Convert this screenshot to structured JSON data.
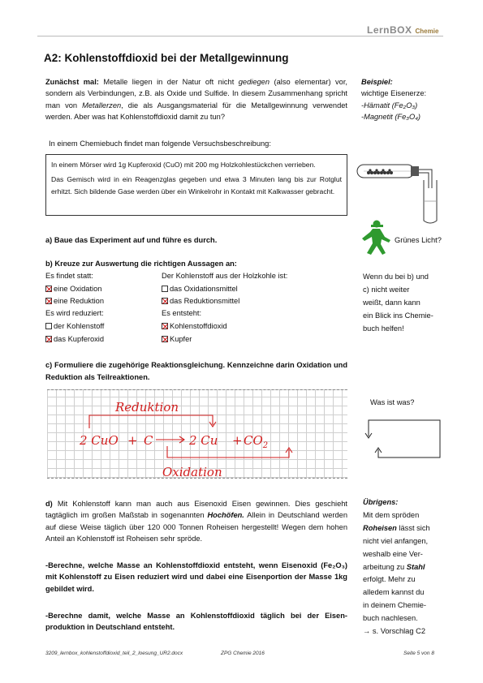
{
  "logo": {
    "main": "LernBOX",
    "sub": "Chemie"
  },
  "title": "A2: Kohlenstoffdioxid bei der Metallgewinnung",
  "intro": {
    "lead": "Zunächst mal:",
    "t1": " Metalle liegen in der Natur oft nicht ",
    "gediegen": "gediegen",
    "t2": " (also elementar) vor, sondern als Verbindungen, z.B. als Oxide und Sulfide. In diesem Zusammenhang spricht man von ",
    "metallerzen": "Metallerzen",
    "t3": ", die als Ausgangsmaterial für die Metallgewinnung verwendet werden. Aber was hat Kohlenstoffdioxid damit zu tun?"
  },
  "beispiel": {
    "heading": "Beispiel:",
    "line1": "wichtige Eisenerze:",
    "hematit": "-Hämatit (Fe₂O₃)",
    "magnetit": "-Magnetit (Fe₃O₄)"
  },
  "chemiebuch_line": "In einem Chemiebuch findet man folgende  Versuchsbeschreibung:",
  "description": {
    "p1": "In einem Mörser wird 1g Kupferoxid (CuO) mit 200 mg Holzkohlestückchen verrieben.",
    "p2": "Das Gemisch wird in ein Reagenzglas gegeben und  etwa 3 Minuten lang bis zur Rotglut erhitzt. Sich bildende Gase werden über ein Winkelrohr in Kontakt mit Kalkwasser gebracht."
  },
  "task_a": "a) Baue das Experiment auf und führe es durch.",
  "gruenes_licht": "Grünes Licht?",
  "task_b": "b) Kreuze zur Auswertung die richtigen Aussagen an:",
  "col1": {
    "h1": "Es findet statt:",
    "o1": "eine Oxidation",
    "o2": "eine Reduktion",
    "h2": "Es wird reduziert:",
    "o3": "der Kohlenstoff",
    "o4": "das Kupferoxid"
  },
  "col2": {
    "h1": "Der Kohlenstoff aus der Holzkohle ist:",
    "o1": "das Oxidationsmittel",
    "o2": "das Reduktionsmittel",
    "h2": "Es entsteht:",
    "o3": "Kohlenstoffdioxid",
    "o4": "Kupfer"
  },
  "checks": {
    "col1_o1": true,
    "col1_o2": true,
    "col1_o3": false,
    "col1_o4": true,
    "col2_o1": false,
    "col2_o2": true,
    "col2_o3": true,
    "col2_o4": true
  },
  "hint_b": [
    "Wenn du bei b) und",
    "c) nicht weiter",
    "weißt, dann kann",
    "ein Blick ins Chemie-",
    "buch helfen!"
  ],
  "task_c": "c) Formuliere die zugehörige Reaktionsgleichung. Kennzeichne darin Oxidation und Reduktion als Teilreaktionen.",
  "equation": {
    "reduktion": "Reduktion",
    "oxidation": "Oxidation",
    "cuo": "2 CuO",
    "plus1": "+",
    "c": "C",
    "cu": "2 Cu",
    "plus2": "+",
    "co": "CO",
    "sub": "2"
  },
  "was_ist_was": "Was ist was?",
  "task_d": {
    "lead": "d)",
    "t1": " Mit Kohlenstoff kann man auch aus Eisenoxid Eisen gewinnen. Dies geschieht tagtäglich im großen Maßstab in sogenannten ",
    "hochoefen": "Hochöfen.",
    "t2": "  Allein in Deutschland werden auf diese Weise täglich über 120 000 Tonnen Roheisen hergestellt! Wegen dem hohen Anteil an Kohlenstoff ist Roheisen sehr spröde."
  },
  "calc1": "-Berechne, welche Masse an Kohlenstoffdioxid entsteht, wenn Eisenoxid (Fe₂O₃) mit Kohlenstoff zu Eisen reduziert wird und dabei eine Eisenportion der Masse 1kg gebildet wird.",
  "calc2": "-Berechne damit, welche Masse an Kohlenstoffdioxid täglich bei der Eisen-produktion in Deutschland entsteht.",
  "uebrigens": {
    "heading": "Übrigens:",
    "l1": "Mit dem spröden",
    "roheisen": "Roheisen",
    "l2b": " lässt sich",
    "l3": "nicht viel anfangen,",
    "l4": "weshalb eine Ver-",
    "l5a": "arbeitung zu ",
    "stahl": "Stahl",
    "l6": "erfolgt. Mehr zu",
    "l7": "alledem kannst du",
    "l8": "in deinem Chemie-",
    "l9": "buch nachlesen.",
    "l10": "→ s. Vorschlag C2"
  },
  "footer": {
    "file": "3209_lernbox_kohlenstoffdioxid_teil_2_loesung_UR2.docx",
    "center": "ZPG Chemie 2016",
    "page": "Seite 5 von 8"
  },
  "colors": {
    "handwriting": "#d21e1e",
    "figure_green": "#2f9a2f"
  }
}
